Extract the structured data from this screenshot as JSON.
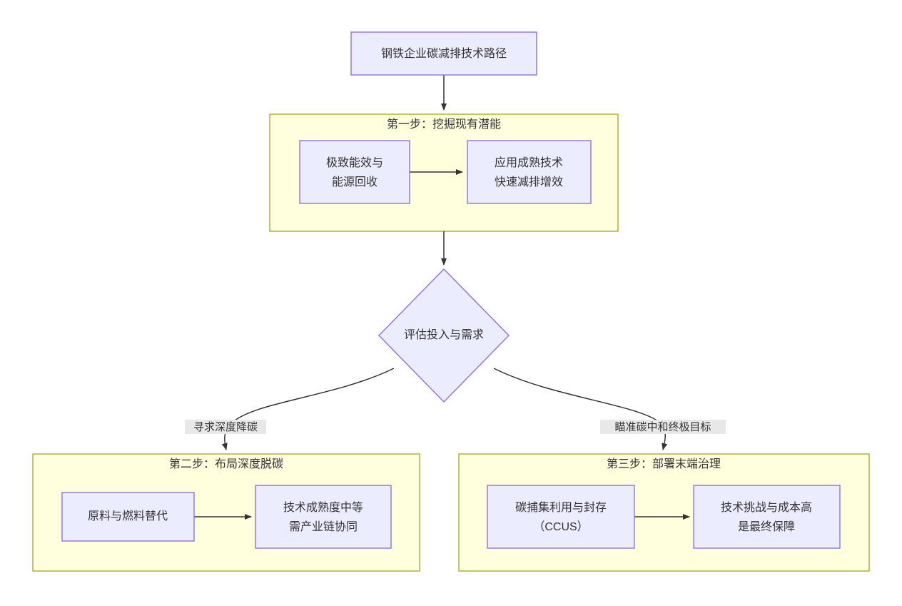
{
  "diagram": {
    "type": "flowchart",
    "direction": "top-down",
    "title_node": {
      "id": "root",
      "label": "钢铁企业碳减排技术路径"
    },
    "decision": {
      "id": "assess",
      "label": "评估投入与需求"
    },
    "clusters": [
      {
        "id": "step1",
        "title": "第一步：挖掘现有潜能",
        "nodes": [
          {
            "id": "s1a",
            "label_line1": "极致能效与",
            "label_line2": "能源回收"
          },
          {
            "id": "s1b",
            "label_line1": "应用成熟技术",
            "label_line2": "快速减排增效"
          }
        ]
      },
      {
        "id": "step2",
        "title": "第二步：布局深度脱碳",
        "nodes": [
          {
            "id": "s2a",
            "label_line1": "原料与燃料替代",
            "label_line2": ""
          },
          {
            "id": "s2b",
            "label_line1": "技术成熟度中等",
            "label_line2": "需产业链协同"
          }
        ]
      },
      {
        "id": "step3",
        "title": "第三步：部署末端治理",
        "nodes": [
          {
            "id": "s3a",
            "label_line1": "碳捕集利用与封存",
            "label_line2": "（CCUS）"
          },
          {
            "id": "s3b",
            "label_line1": "技术挑战与成本高",
            "label_line2": "是最终保障"
          }
        ]
      }
    ],
    "edge_labels": {
      "left": "寻求深度降碳",
      "right": "瞄准碳中和终极目标"
    },
    "colors": {
      "node_fill": "#ececff",
      "node_stroke": "#9370db",
      "cluster_fill": "#ffffde",
      "cluster_stroke": "#aaaa33",
      "edge_stroke": "#333333",
      "text": "#333333",
      "edge_label_bg": "#e8e8e8",
      "background": "#ffffff"
    }
  }
}
